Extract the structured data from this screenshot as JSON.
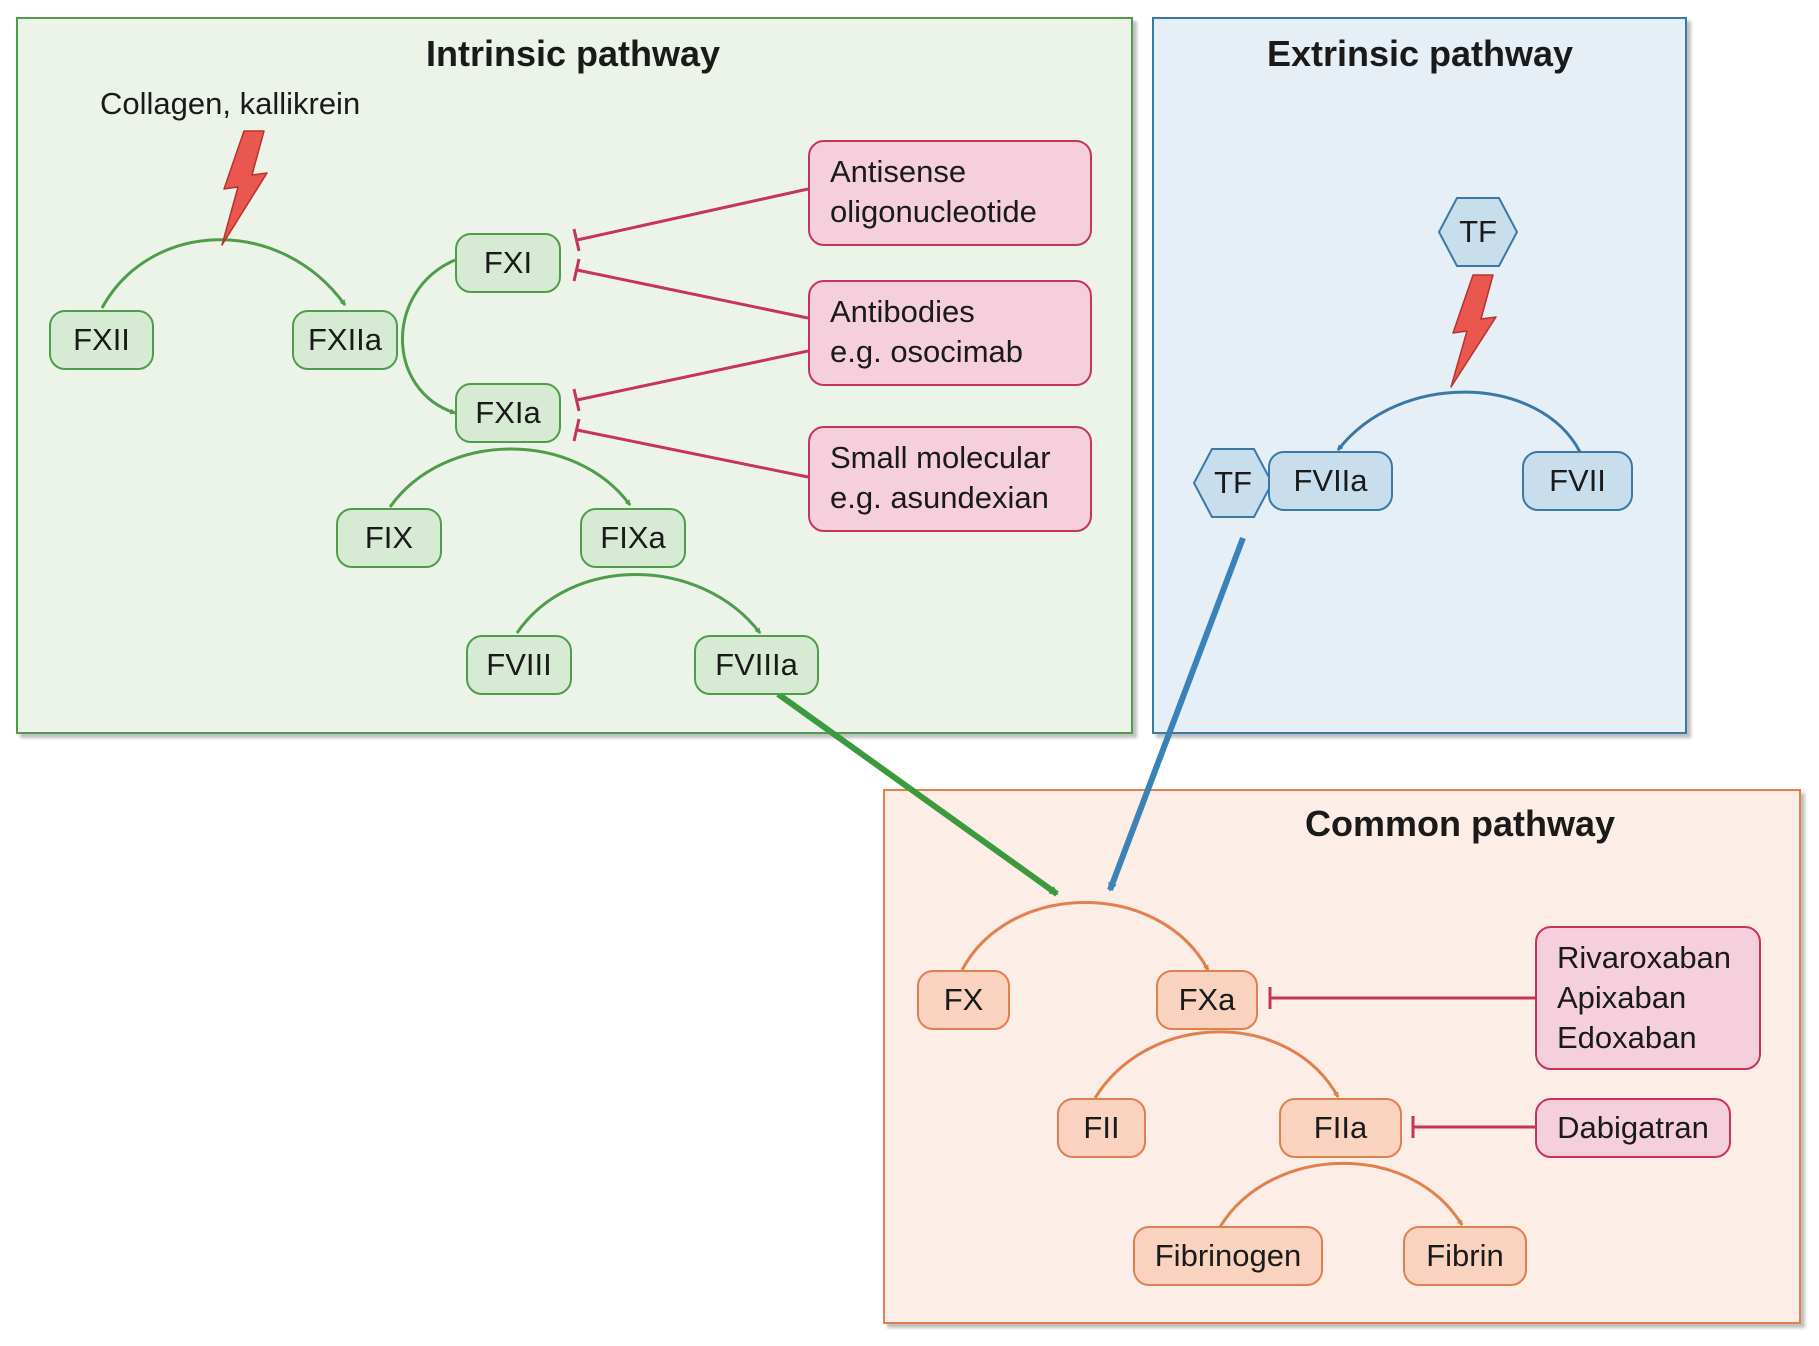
{
  "panels": {
    "intrinsic": {
      "title": "Intrinsic pathway",
      "trigger": "Collagen, kallikrein"
    },
    "extrinsic": {
      "title": "Extrinsic pathway"
    },
    "common": {
      "title": "Common pathway"
    }
  },
  "factors": {
    "fxii": "FXII",
    "fxiia": "FXIIa",
    "fxi": "FXI",
    "fxia": "FXIa",
    "fix": "FIX",
    "fixa": "FIXa",
    "fviii": "FVIII",
    "fviiia": "FVIIIa",
    "tf": "TF",
    "fviia": "FVIIa",
    "fvii": "FVII",
    "fx": "FX",
    "fxa": "FXa",
    "fii": "FII",
    "fiia": "FIIa",
    "fibrinogen": "Fibrinogen",
    "fibrin": "Fibrin"
  },
  "drugs": {
    "antisense": [
      "Antisense",
      "oligonucleotide"
    ],
    "antibodies": [
      "Antibodies",
      "e.g. osocimab"
    ],
    "small_molecular": [
      "Small molecular",
      "e.g. asundexian"
    ],
    "xa_inhibitors": [
      "Rivaroxaban",
      "Apixaban",
      "Edoxaban"
    ],
    "dabigatran": [
      "Dabigatran"
    ]
  },
  "colors": {
    "intrinsic": "#4f9c4a",
    "extrinsic": "#3a78a6",
    "common": "#e0804d",
    "inhibitor": "#c7335f",
    "lightning": "#e0403a"
  }
}
